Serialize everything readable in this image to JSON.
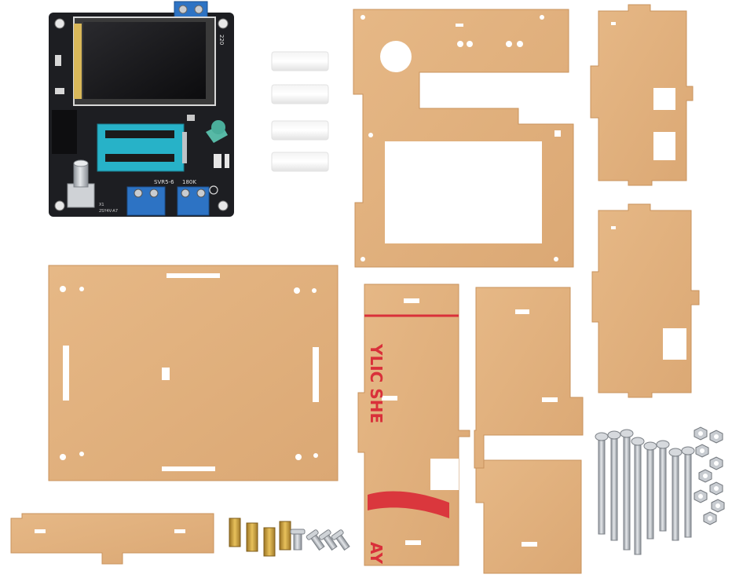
{
  "pcb": {
    "labels": {
      "top_right": "220",
      "connector_left": "SVR5-6",
      "connector_right": "180K",
      "bottom_a": "X1",
      "bottom_b": "2SY4V-A7"
    }
  },
  "protective_film": {
    "text": "YLIC SHE",
    "text_bottom": "AY"
  },
  "colors": {
    "acrylic": "#e2b27f",
    "acrylic_edge": "#c9935d",
    "pcb": "#1d1e22",
    "screw_terminal": "#2d73c4",
    "zif_socket": "#27b2c8",
    "film_red": "#d9303a",
    "brass": "#c49a3a",
    "steel": "#b8bcc2"
  }
}
